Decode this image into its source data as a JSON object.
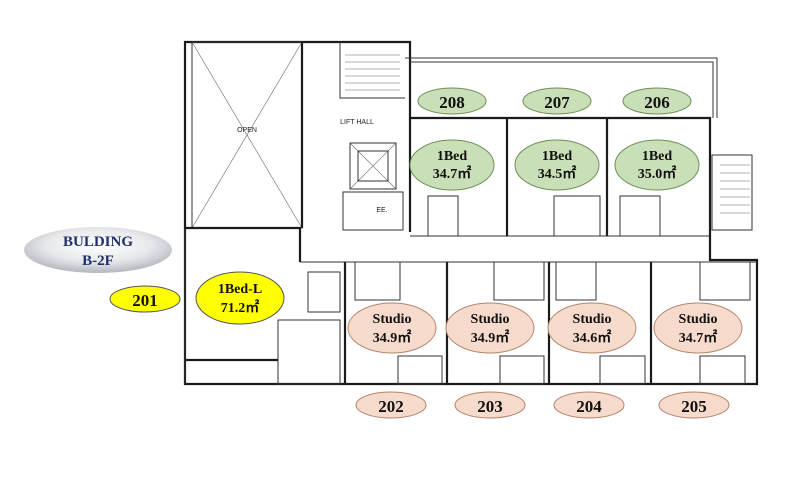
{
  "building": {
    "line1": "BULDING",
    "line2": "B-2F"
  },
  "plan_labels": {
    "open": "OPEN",
    "lift_hall": "LIFT HALL",
    "ee": "EE."
  },
  "units_top": [
    {
      "number": "208",
      "type": "1Bed",
      "area": "34.7㎡"
    },
    {
      "number": "207",
      "type": "1Bed",
      "area": "34.5㎡"
    },
    {
      "number": "206",
      "type": "1Bed",
      "area": "35.0㎡"
    }
  ],
  "unit_left": {
    "number": "201",
    "type": "1Bed-L",
    "area": "71.2㎡"
  },
  "units_bottom": [
    {
      "number": "202",
      "type": "Studio",
      "area": "34.9㎡"
    },
    {
      "number": "203",
      "type": "Studio",
      "area": "34.9㎡"
    },
    {
      "number": "204",
      "type": "Studio",
      "area": "34.6㎡"
    },
    {
      "number": "205",
      "type": "Studio",
      "area": "34.7㎡"
    }
  ],
  "colors": {
    "green_fill": "#c9dfb8",
    "green_stroke": "#6d8f57",
    "peach_fill": "#f6dacb",
    "peach_stroke": "#b3846c",
    "yellow_fill": "#ffff00",
    "badge_grey": "#c8cbd0"
  }
}
